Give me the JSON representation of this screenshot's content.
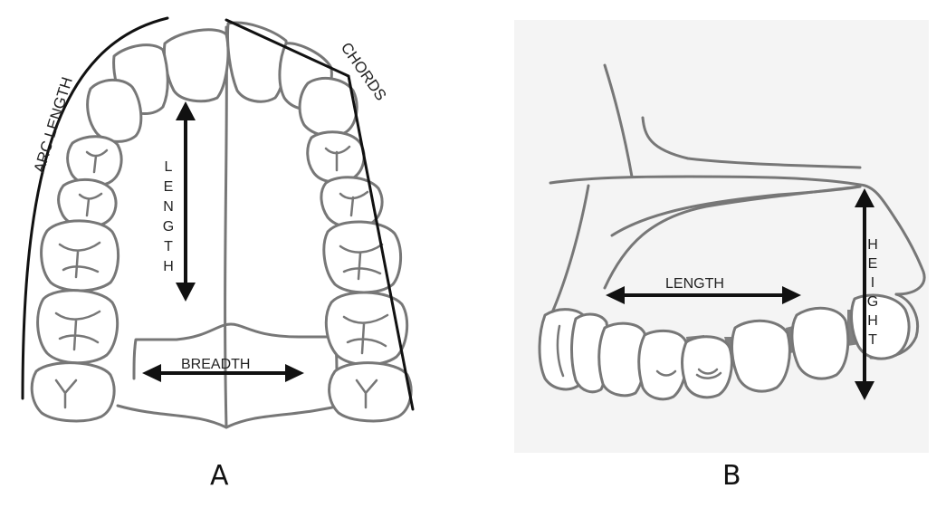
{
  "figure_a": {
    "panel_label": "A",
    "arc_length_label": "ARC LENGTH",
    "chords_label": "CHORDS",
    "length_label": "LENGTH",
    "breadth_label": "BREADTH"
  },
  "figure_b": {
    "panel_label": "B",
    "length_label": "LENGTH",
    "height_label": "HEIGHT"
  }
}
